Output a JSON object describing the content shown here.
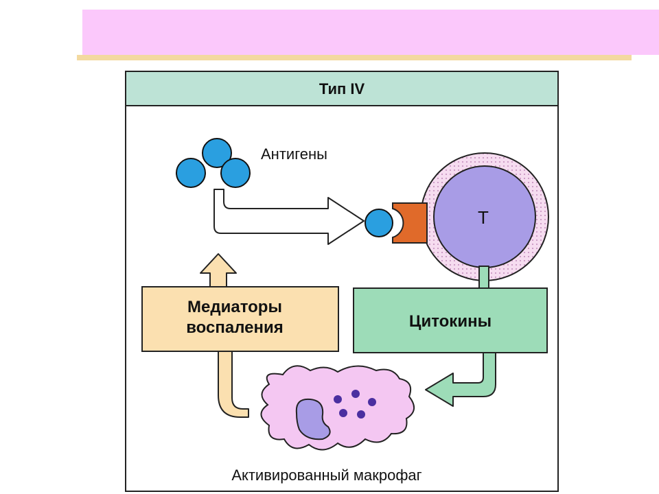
{
  "diagram": {
    "header": "Тип IV",
    "antigens_label": "Антигены",
    "t_cell_label": "Т",
    "mediators_label_line1": "Медиаторы",
    "mediators_label_line2": "воспаления",
    "cytokines_label": "Цитокины",
    "macrophage_label": "Активированный макрофаг"
  },
  "colors": {
    "banner": "#fbc8fb",
    "header_bg": "#bde3d6",
    "antigen": "#2a9fe0",
    "receptor": "#e06a2a",
    "t_cell_nucleus": "#a89ce6",
    "t_cell_membrane": "#f6dcf0",
    "mediators_box": "#fbe0b0",
    "cytokines_box": "#9ddcb8",
    "macrophage": "#f4c7f2",
    "granule": "#4a2fa0"
  }
}
